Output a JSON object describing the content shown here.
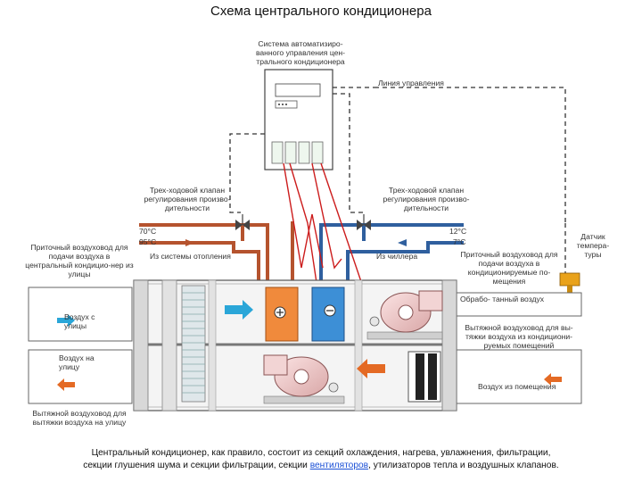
{
  "title": "Схема центрального кондиционера",
  "labels": {
    "control_system": "Система автоматизиро-ванного управления цен-трального кондиционера",
    "control_line": "Линия управления",
    "valve_left": "Трех-ходовой клапан регулирования произво-дительности",
    "valve_right": "Трех-ходовой клапан регулирования произво-дительности",
    "temp_hot_supply": "70°C",
    "temp_hot_return": "95°C",
    "temp_cold_supply": "12°C",
    "temp_cold_return": "7°C",
    "from_heating": "Из системы отопления",
    "from_chiller": "Из чиллера",
    "supply_duct_in": "Приточный воздуховод для подачи воздуха в центральный кондицио-нер из улицы",
    "supply_duct_out": "Приточный воздуховод для подачи воздуха в кондиционируемые по-мещения",
    "sensor": "Датчик темпера-туры",
    "air_outside": "Воздух с улицы",
    "air_treated": "Обрабо- танный воздух",
    "air_to_street": "Воздух на улицу",
    "exhaust_duct_room": "Вытяжной воздуховод для вы-тяжки воздуха из кондициони-руемых помещений",
    "air_from_room": "Воздух из помещения",
    "exhaust_duct_street": "Вытяжной воздуховод для вытяжки воздуха на улицу"
  },
  "caption": {
    "line1": "Центральный кондиционер, как правило, состоит из секций охлаждения, нагрева, увлажнения, фильтрации,",
    "line2_pre": "секции глушения шума и секции фильтрации, секции ",
    "line2_link": "вентиляторов",
    "line2_post": ", утилизаторов тепла и воздушных клапанов."
  },
  "colors": {
    "hot_pipe": "#b5532e",
    "cold_pipe": "#2f5f9e",
    "control_line": "#333333",
    "heater": "#f08a3c",
    "cooler": "#3d8fd6",
    "arrow_blue": "#2aa6d8",
    "arrow_orange": "#e46a24",
    "sensor": "#e9a21a"
  }
}
